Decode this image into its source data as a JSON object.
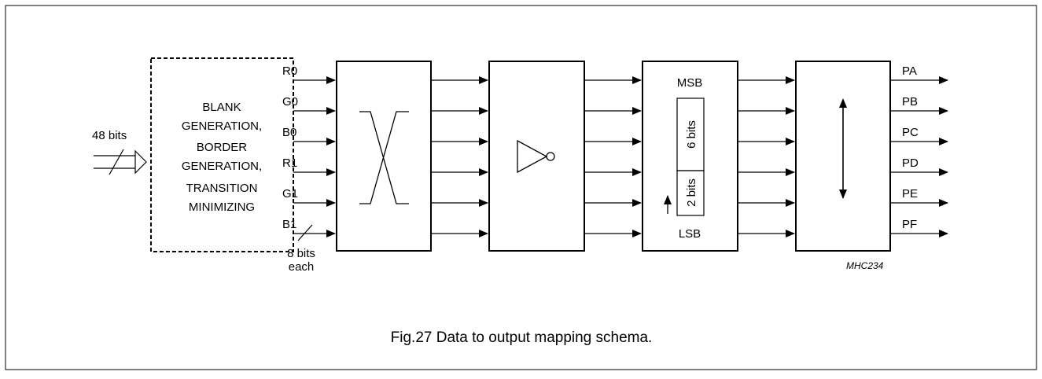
{
  "input": {
    "bus_label": "48 bits"
  },
  "generator_block": {
    "lines": [
      "BLANK",
      "GENERATION,",
      "BORDER",
      "GENERATION,",
      "TRANSITION",
      "MINIMIZING"
    ]
  },
  "channels": [
    "R0",
    "G0",
    "B0",
    "R1",
    "G1",
    "B1"
  ],
  "channel_width": {
    "line1": "8 bits",
    "line2": "each"
  },
  "bit_block": {
    "msb": "MSB",
    "lsb": "LSB",
    "upper_bits": "6 bits",
    "lower_bits": "2 bits"
  },
  "outputs": [
    "PA",
    "PB",
    "PC",
    "PD",
    "PE",
    "PF"
  ],
  "figure_code": "MHC234",
  "caption": "Fig.27  Data to output mapping schema."
}
